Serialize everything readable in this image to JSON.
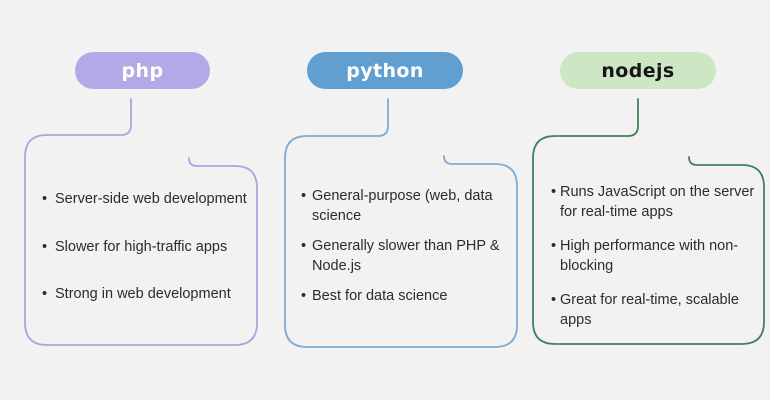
{
  "background_color": "#f1f2f1",
  "text_color": "#2b2b2b",
  "bullet_glyph": "•",
  "panels": [
    {
      "id": "php",
      "label": "php",
      "pill_bg": "#b2a9e6",
      "pill_text_color": "#ffffff",
      "line_color": "#aba4df",
      "items": [
        "Server-side web development",
        "Slower for high-traffic apps",
        "Strong in web development"
      ]
    },
    {
      "id": "python",
      "label": "python",
      "pill_bg": "#619fd1",
      "pill_text_color": "#ffffff",
      "line_color": "#7fabd4",
      "items": [
        "General-purpose (web, data\nscience",
        "Generally slower than PHP &\nNode.js",
        "Best for data science"
      ]
    },
    {
      "id": "nodejs",
      "label": "nodejs",
      "pill_bg": "#cde7c4",
      "pill_text_color": "#161616",
      "line_color": "#44825a",
      "items": [
        "Runs JavaScript on the server\nfor real-time apps",
        "High performance with non-\nblocking",
        "Great for real-time, scalable\napps"
      ]
    }
  ]
}
